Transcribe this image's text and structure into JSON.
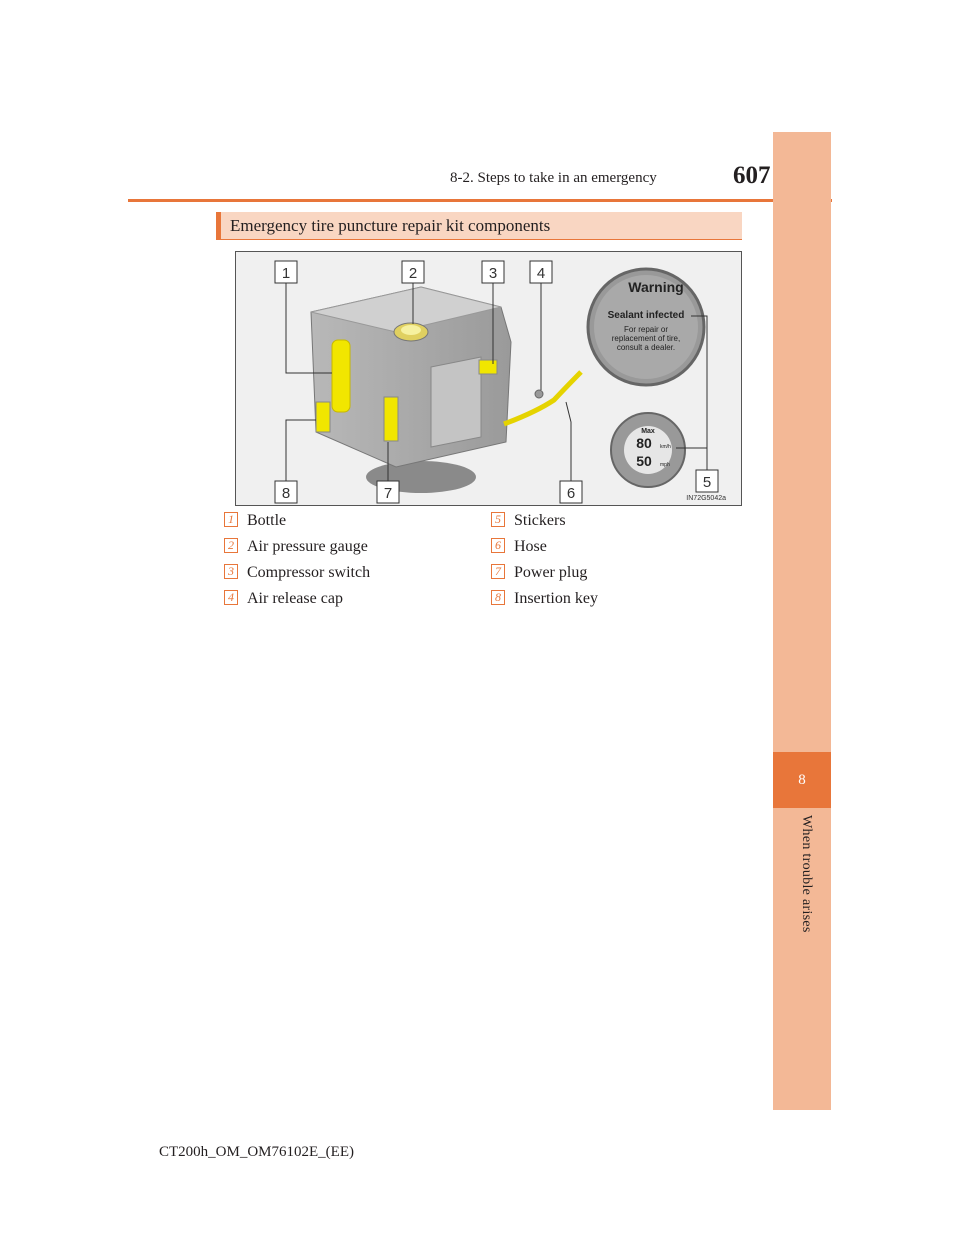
{
  "header": {
    "section": "8-2. Steps to take in an emergency",
    "page_number": "607"
  },
  "side_tab": {
    "chapter_number": "8",
    "chapter_title": "When trouble arises"
  },
  "heading": "Emergency tire puncture repair kit components",
  "figure": {
    "callouts": [
      "1",
      "2",
      "3",
      "4",
      "5",
      "6",
      "7",
      "8"
    ],
    "sticker_warning_title": "Warning",
    "sticker_warning_line1": "Sealant infected",
    "sticker_warning_line2": "For repair or",
    "sticker_warning_line3": "replacement of tire,",
    "sticker_warning_line4": "consult a dealer.",
    "sticker_speed_max": "Max",
    "sticker_speed_kmh": "80",
    "sticker_speed_kmh_unit": "km/h",
    "sticker_speed_mph": "50",
    "sticker_speed_mph_unit": "mph",
    "code": "IN72G5042a"
  },
  "legend": [
    {
      "num": "1",
      "label": "Bottle"
    },
    {
      "num": "2",
      "label": "Air pressure gauge"
    },
    {
      "num": "3",
      "label": "Compressor switch"
    },
    {
      "num": "4",
      "label": "Air release cap"
    },
    {
      "num": "5",
      "label": "Stickers"
    },
    {
      "num": "6",
      "label": "Hose"
    },
    {
      "num": "7",
      "label": "Power plug"
    },
    {
      "num": "8",
      "label": "Insertion key"
    }
  ],
  "footer": "CT200h_OM_OM76102E_(EE)",
  "colors": {
    "accent": "#e8763a",
    "tab": "#f3b896",
    "heading_bg": "#f9d6c2",
    "kit_yellow": "#f1e600"
  }
}
